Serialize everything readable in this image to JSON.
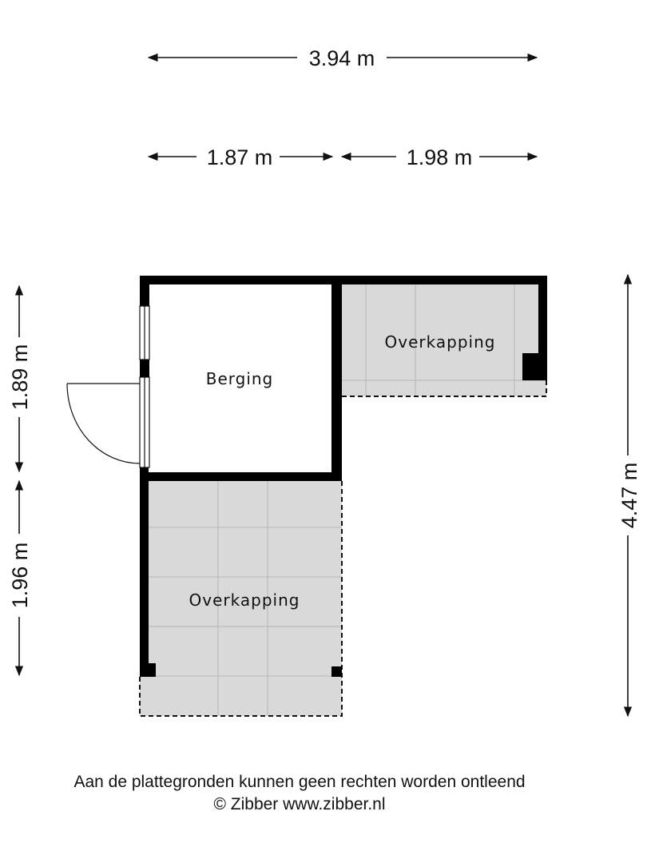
{
  "dimensions": {
    "total_width": "3.94 m",
    "left_width": "1.87 m",
    "right_width": "1.98 m",
    "left_upper_height": "1.89 m",
    "left_lower_height": "1.96 m",
    "total_height": "4.47 m"
  },
  "rooms": {
    "berging": "Berging",
    "overkapping_top": "Overkapping",
    "overkapping_bottom": "Overkapping"
  },
  "footer": {
    "disclaimer": "Aan de plattegronden kunnen geen rechten worden ontleend",
    "copyright": "© Zibber www.zibber.nl"
  },
  "colors": {
    "wall": "#000000",
    "canopy_fill": "#d9d9d9",
    "tile_line": "#b5b5b5"
  }
}
